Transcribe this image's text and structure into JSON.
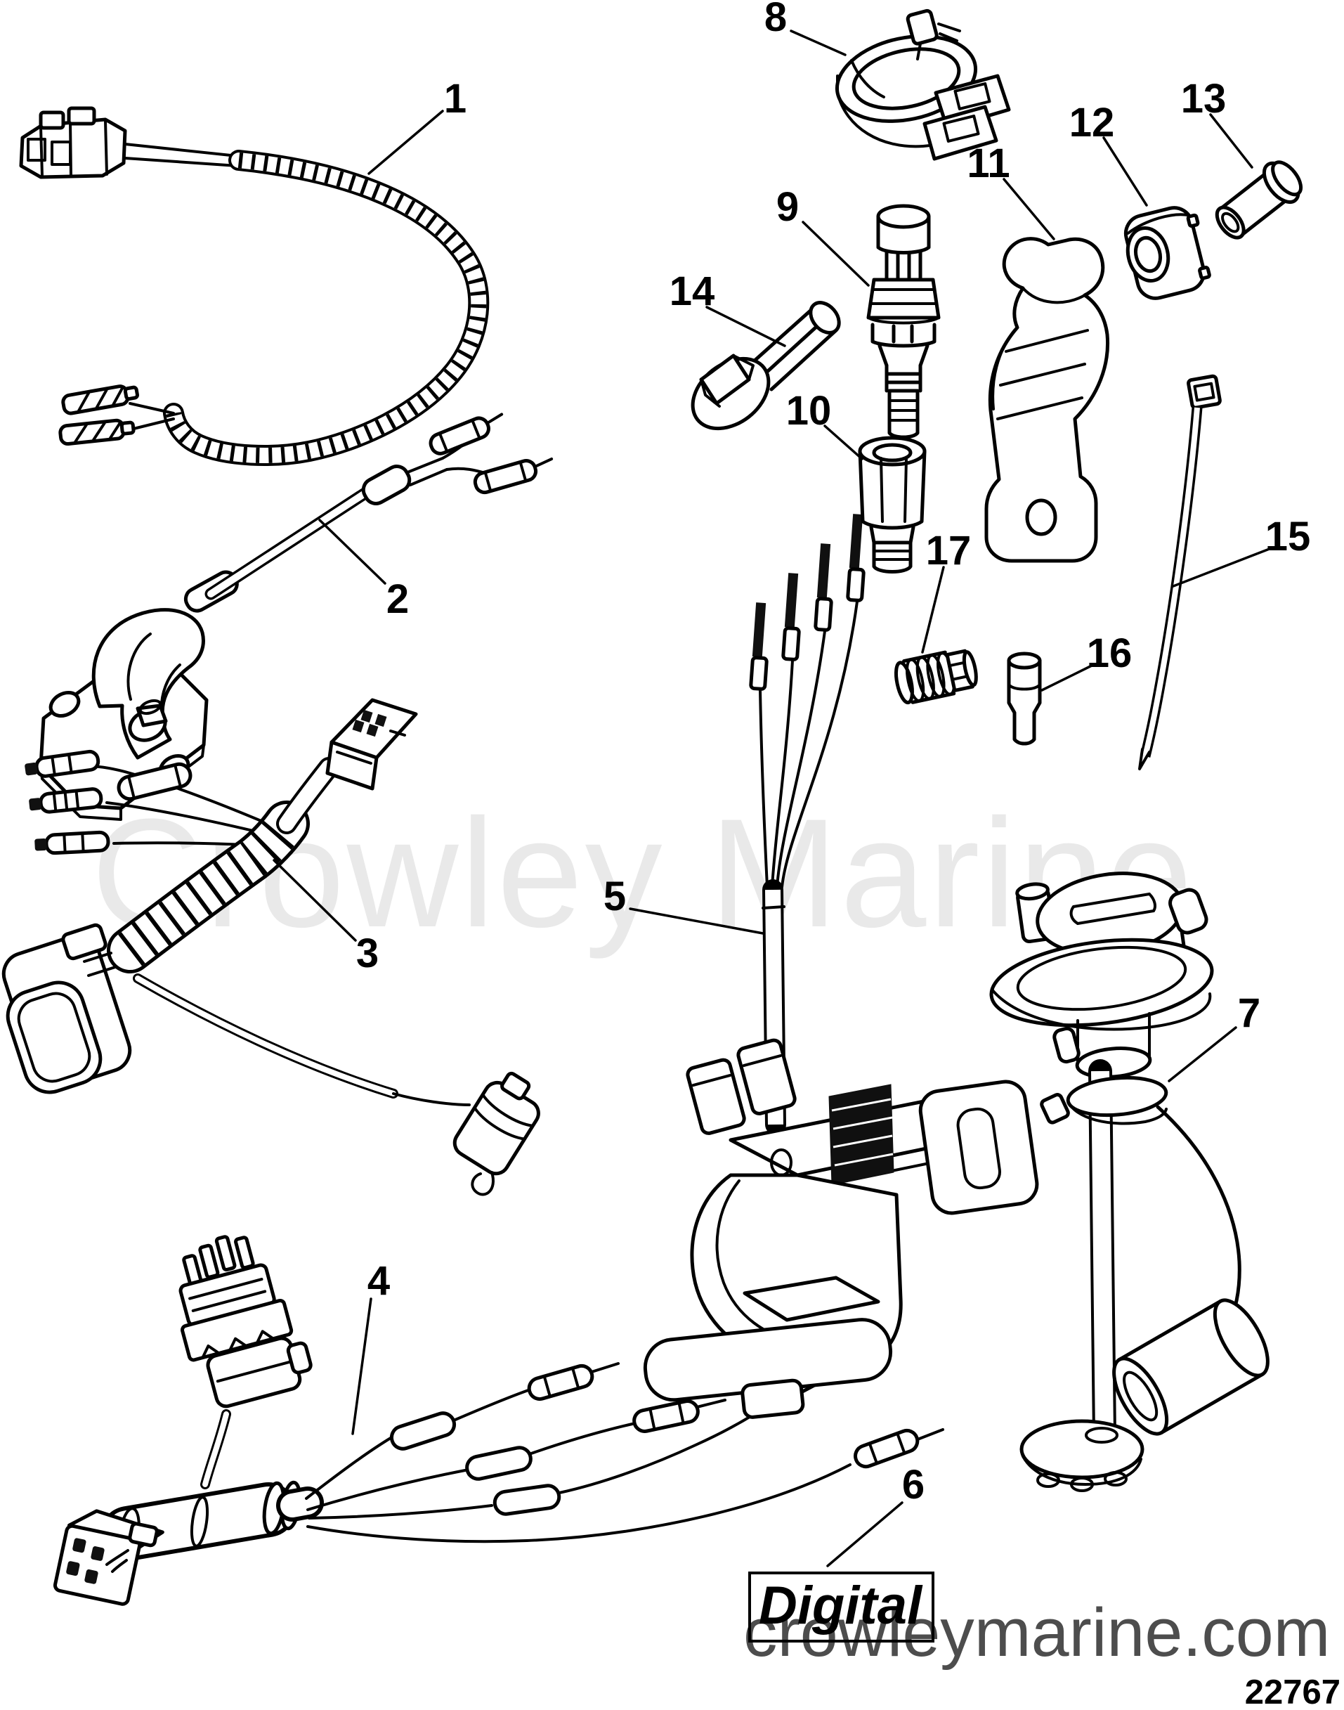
{
  "callouts": {
    "c1": "1",
    "c2": "2",
    "c3": "3",
    "c4": "4",
    "c5": "5",
    "c6": "6",
    "c7": "7",
    "c8": "8",
    "c9": "9",
    "c10": "10",
    "c11": "11",
    "c12": "12",
    "c13": "13",
    "c14": "14",
    "c15": "15",
    "c16": "16",
    "c17": "17"
  },
  "labels": {
    "digital": "Digital",
    "drawing_number": "22767"
  },
  "watermarks": {
    "center": "Crowley Marine",
    "bottom": "crowleymarine.com"
  }
}
